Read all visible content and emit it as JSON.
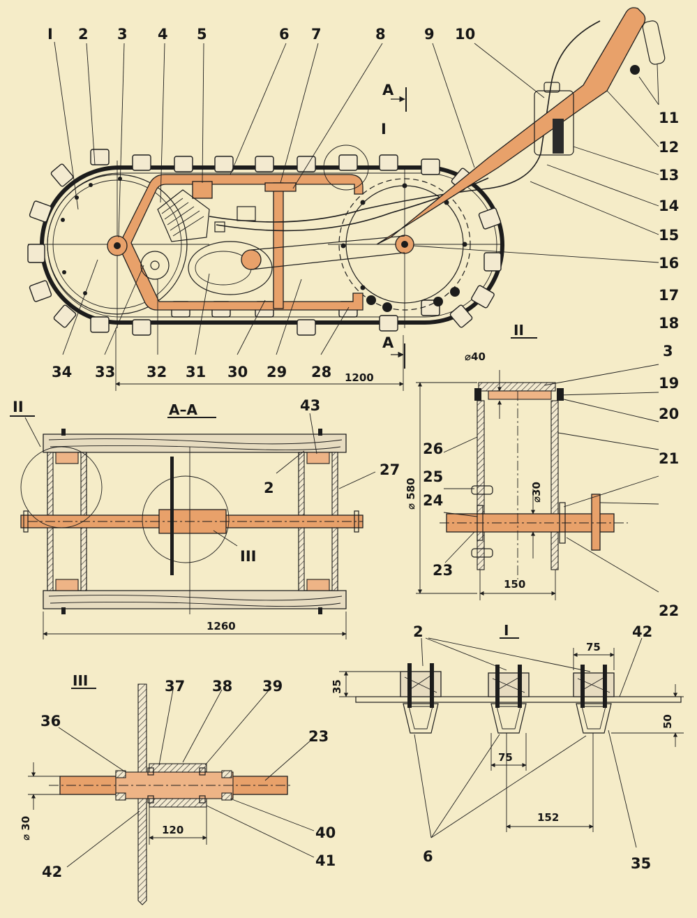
{
  "callouts": {
    "c1": "I",
    "c2": "2",
    "c3": "3",
    "c4": "4",
    "c5": "5",
    "c6": "6",
    "c7": "7",
    "c8": "8",
    "c9": "9",
    "c10": "10",
    "c11": "11",
    "c12": "12",
    "c13": "13",
    "c14": "14",
    "c15": "15",
    "c16": "16",
    "c17": "17",
    "c18": "18",
    "c3b": "3",
    "c19": "19",
    "c20": "20",
    "c21": "21",
    "c22": "22",
    "c23": "23",
    "c24": "24",
    "c25": "25",
    "c26": "26",
    "c27": "27",
    "c28": "28",
    "c29": "29",
    "c30": "30",
    "c31": "31",
    "c32": "32",
    "c33": "33",
    "c34": "34",
    "c2b": "2",
    "c43": "43",
    "c2c": "2",
    "c42": "42",
    "c6b": "6",
    "c35": "35",
    "c36": "36",
    "c37": "37",
    "c38": "38",
    "c39": "39",
    "c23b": "23",
    "c40": "40",
    "c41": "41",
    "c42b": "42"
  },
  "section_marks": {
    "a_top": "A",
    "a_bottom": "A",
    "detail_I_top": "I",
    "detail_II_left": "II",
    "detail_III_circle": "III"
  },
  "view_titles": {
    "section_aa": "A–A",
    "detail_II": "II",
    "detail_I": "I",
    "detail_III": "III"
  },
  "dimensions": {
    "track_length": "1200",
    "frame_width": "1260",
    "dia_40": "⌀40",
    "dia_30": "⌀30",
    "dia_580": "⌀ 580",
    "width_150": "150",
    "grouser_width": "75",
    "grouser_height": "35",
    "belt_offset": "50",
    "link_width": "75",
    "pitch": "152",
    "hub_length": "120",
    "shaft_dia": "⌀ 30"
  },
  "colors": {
    "paper": "#f5ecc8",
    "ink": "#1c1c1c",
    "highlight_orange": "#e8a16a"
  }
}
